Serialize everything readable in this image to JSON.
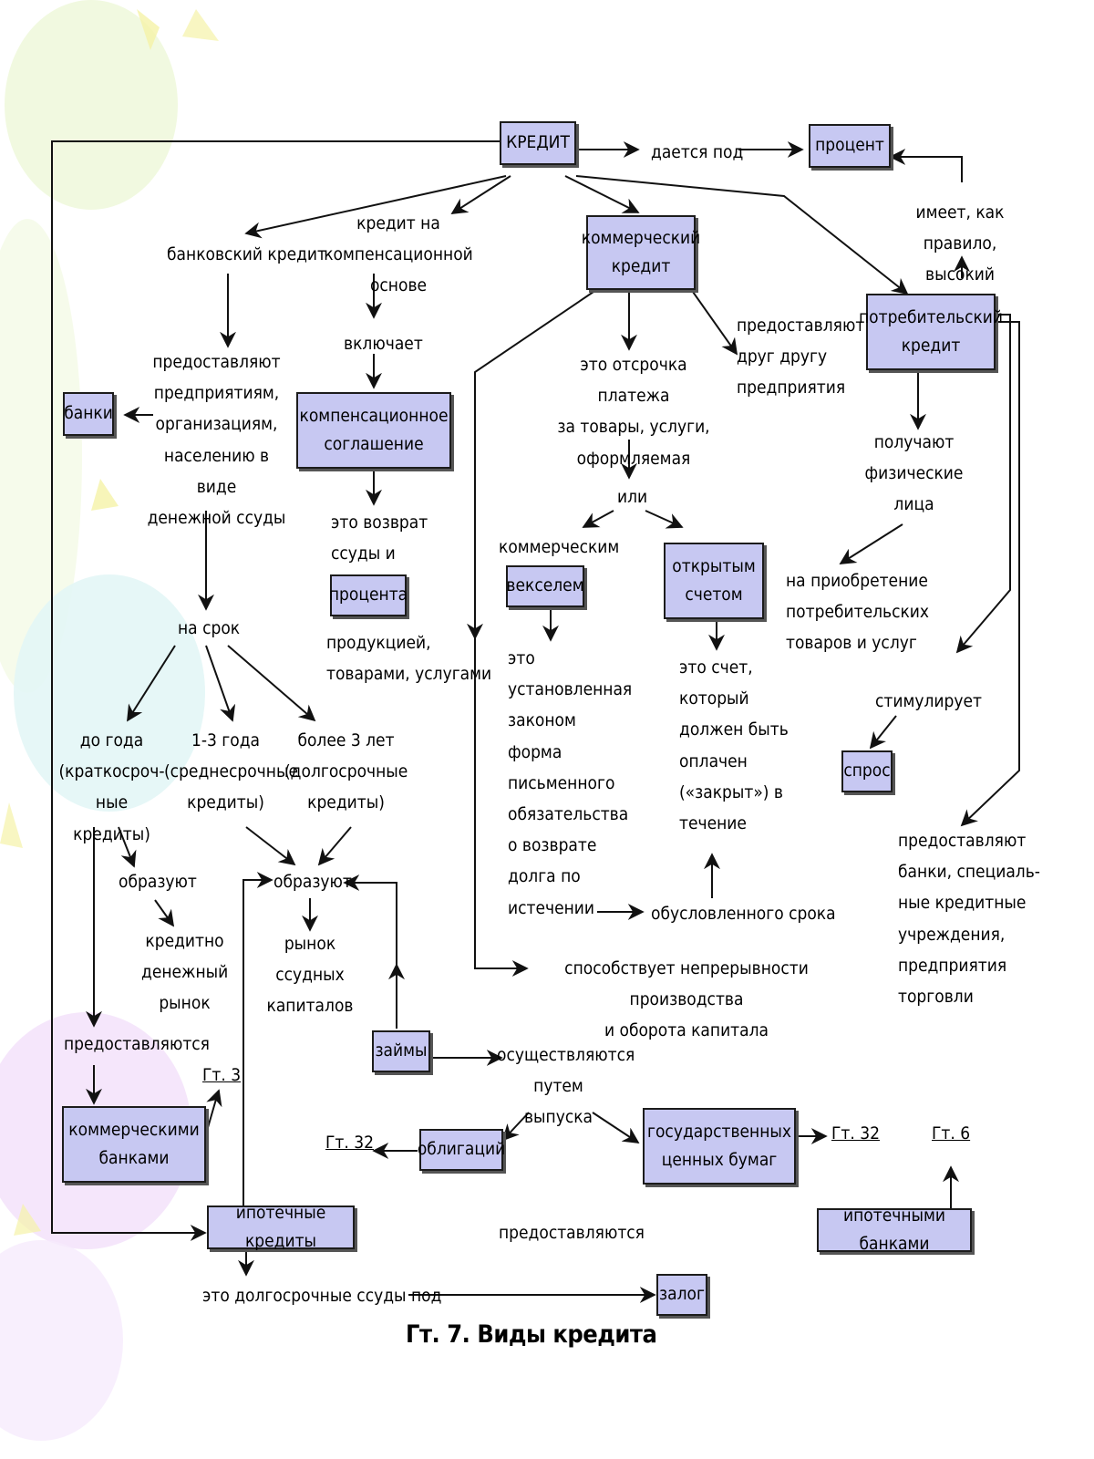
{
  "nodes": {
    "kredit": "КРЕДИТ",
    "daetsya_pod": "дается под",
    "procent": "процент",
    "imeet": "имеет, как правило,\nвысокий",
    "bank_kredit": "банковский кредит",
    "komp_osnova": "кредит на\nкомпенсационной основе",
    "kommercheskiy": "коммерческий\nкредит",
    "potrebitelskiy": "потребительский\nкредит",
    "predostavlyayut_1": "предоставляют\nпредприятиям,\nорганизациям,\nнаселению в виде\nденежной ссуды",
    "banki": "банки",
    "vklyuchaet": "включает",
    "komp_soglashenie": "компенсационное\nсоглашение",
    "vozvrat": "это возврат\nссуды и",
    "procenta": "процента",
    "produkciey": "продукцией,\nтоварами, услугами",
    "otsrochka": "это отсрочка платежа\nза товары, услуги,\nоформляемая",
    "predost_drug": "предоставляют\nдруг другу\nпредприятия",
    "ili": "или",
    "kommercheskim": "коммерческим",
    "vekselem": "векселем",
    "otkrytym": "открытым\nсчетом",
    "poluchayut": "получают\nфизические\nлица",
    "na_priobretenie": "на приобретение\nпотребительских\nтоваров и услуг",
    "stimuliruet": "стимулирует",
    "spros": "спрос",
    "predost_banki": "предоставляют\nбанки, специаль-\nные кредитные\nучреждения,\nпредприятия\nторговли",
    "na_srok": "на срок",
    "do_goda": "до года\n(краткосроч-\nные кредиты)",
    "god_1_3": "1-3 года\n(среднесрочные\nкредиты)",
    "bolee_3": "более 3 лет\n(долгосрочные\nкредиты)",
    "obrazuyut_1": "образуют",
    "kred_den": "кредитно\nденежный\nрынок",
    "obrazuyut_2": "образуют",
    "rynok": "рынок\nссудных\nкапиталов",
    "veksel_def": "это\nустановленная\nзаконом\nформа\nписьменного\nобязательства\nо возврате\nдолга по\nистечении",
    "schet_def": "это счет,\nкоторый\nдолжен быть\nоплачен\n(«закрыт») в\nтечение",
    "obuslovlennogo": "обусловленного срока",
    "sposobstvuet": "способствует непрерывности производства\nи оборота капитала",
    "predostavlyayutsya_1": "предоставляются",
    "kommercheskimi_bankami": "коммерческими\nбанками",
    "zaymy": "займы",
    "osushestvlyayutsya": "осуществляются\nпутем выпуска",
    "obligaciy": "облигаций",
    "gos_bumag": "государственных\nценных бумаг",
    "ipotechnye": "ипотечные кредиты",
    "predostavlyayutsya_2": "предоставляются",
    "ipotechnymi_bankami": "ипотечными банками",
    "dolgosrochnye": "это долгосрочные ссуды под",
    "zalog": "залог"
  },
  "refs": {
    "gt3": "Гт. 3",
    "gt32_left": "Гт. 32",
    "gt32_right": "Гт. 32",
    "gt6": "Гт. 6"
  },
  "caption": "Гт. 7. Виды кредита",
  "colors": {
    "box_fill": "#c7c8f2",
    "line": "#111111"
  }
}
